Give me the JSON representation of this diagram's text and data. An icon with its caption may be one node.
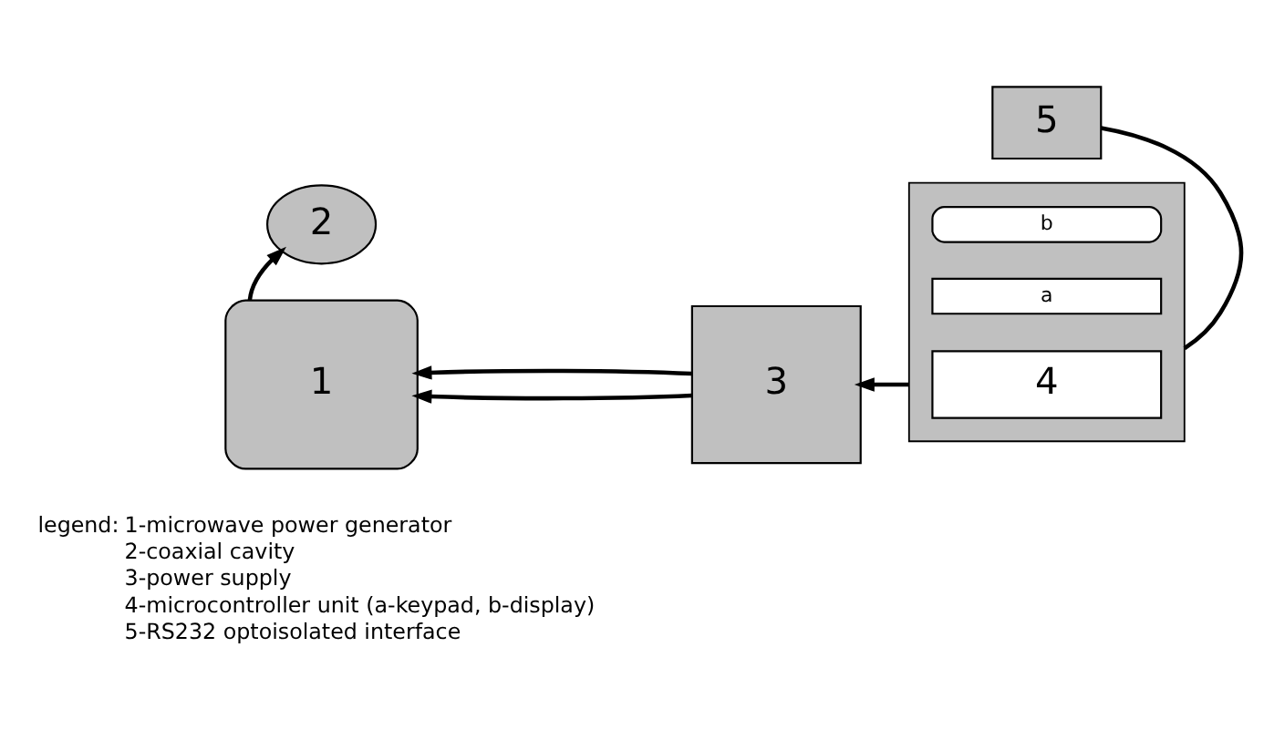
{
  "diagram": {
    "nodes": [
      {
        "text": [
          "2"
        ]
      },
      {
        "text": [
          "1"
        ]
      },
      {
        "text": [
          "3"
        ]
      },
      {
        "text": [],
        "shape": "box"
      },
      {
        "text": [
          "b"
        ],
        "in": 3
      },
      {
        "text": [
          "a"
        ],
        "in": 3
      },
      {
        "text": [
          "4"
        ],
        "in": 3
      },
      {
        "text": [
          "5"
        ]
      }
    ],
    "edges": [
      {
        "from": 1,
        "to": 0,
        "arrow": "to"
      },
      {
        "from": 2,
        "to": 1,
        "arrow": "to"
      },
      {
        "from": 2,
        "to": 1,
        "arrow": "to"
      },
      {
        "from": 3,
        "to": 2,
        "arrow": "to"
      },
      {
        "from": 3,
        "to": 7,
        "arrow": "none"
      }
    ],
    "labels": [
      "legend:",
      "1-microwave power generator",
      "2-coaxial cavity",
      "3-power supply",
      "4-microcontroller unit (a-keypad, b-display)",
      "5-RS232 optoisolated interface"
    ]
  }
}
